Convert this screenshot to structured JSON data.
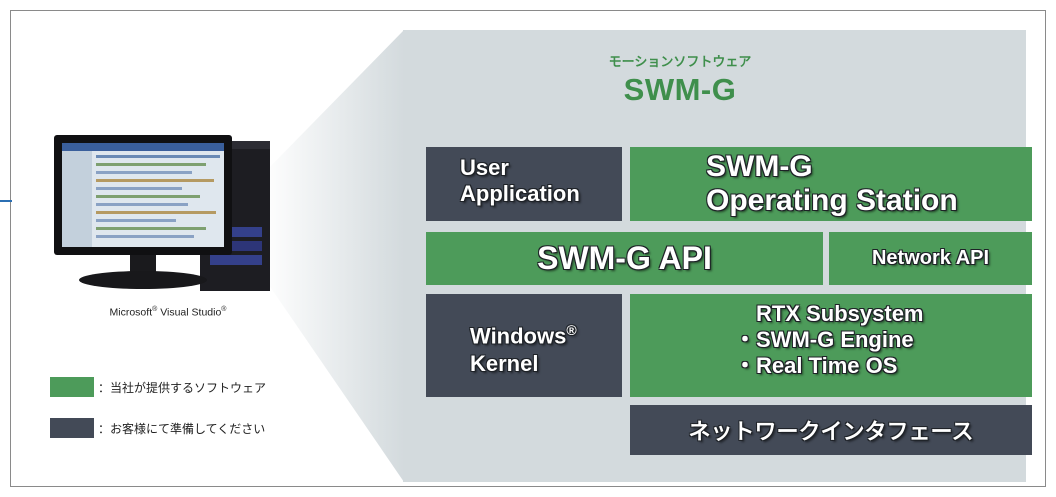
{
  "colors": {
    "green": "#4d9b5a",
    "dark": "#434a57",
    "panel": "#d3dadd",
    "title_green": "#3f8f4c"
  },
  "header": {
    "subtitle": "モーションソフトウェア",
    "product": "SWM-G"
  },
  "blocks": {
    "user_app": {
      "line1": "User",
      "line2": "Application"
    },
    "operating_station": {
      "line1": "SWM-G",
      "line2": "Operating Station"
    },
    "swmg_api": "SWM-G API",
    "network_api": "Network API",
    "windows_kernel": {
      "line1": "Windows",
      "reg": "®",
      "line2": "Kernel"
    },
    "rtx": {
      "line1": "RTX Subsystem",
      "line2": "・SWM-G Engine",
      "line3": "・Real Time OS"
    },
    "network_interface": "ネットワークインタフェース"
  },
  "pc": {
    "caption_ms": "Microsoft",
    "caption_vs": " Visual Studio",
    "reg": "®",
    "icon": "desktop-pc-icon"
  },
  "legend": [
    {
      "color": "green",
      "text": "：当社が提供するソフトウェア"
    },
    {
      "color": "dark",
      "text": "：お客様にて準備してください"
    }
  ]
}
